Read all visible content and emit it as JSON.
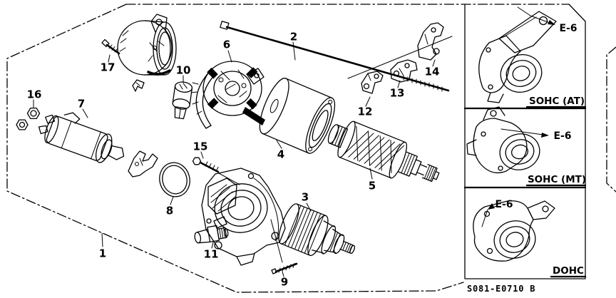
{
  "figure": {
    "background_color": "#ffffff",
    "line_color": "#000000",
    "diagram_code": "S081-E0710 B",
    "description": "Starter motor exploded parts diagram"
  },
  "part_numbers": [
    "1",
    "2",
    "3",
    "4",
    "5",
    "6",
    "7",
    "8",
    "9",
    "10",
    "11",
    "12",
    "13",
    "14",
    "15",
    "16",
    "17"
  ],
  "reference_panels": [
    {
      "ref_label": "E-6",
      "caption": "SOHC (AT)"
    },
    {
      "ref_label": "E-6",
      "caption": "SOHC (MT)"
    },
    {
      "ref_label": "E-6",
      "caption": "DOHC"
    }
  ]
}
